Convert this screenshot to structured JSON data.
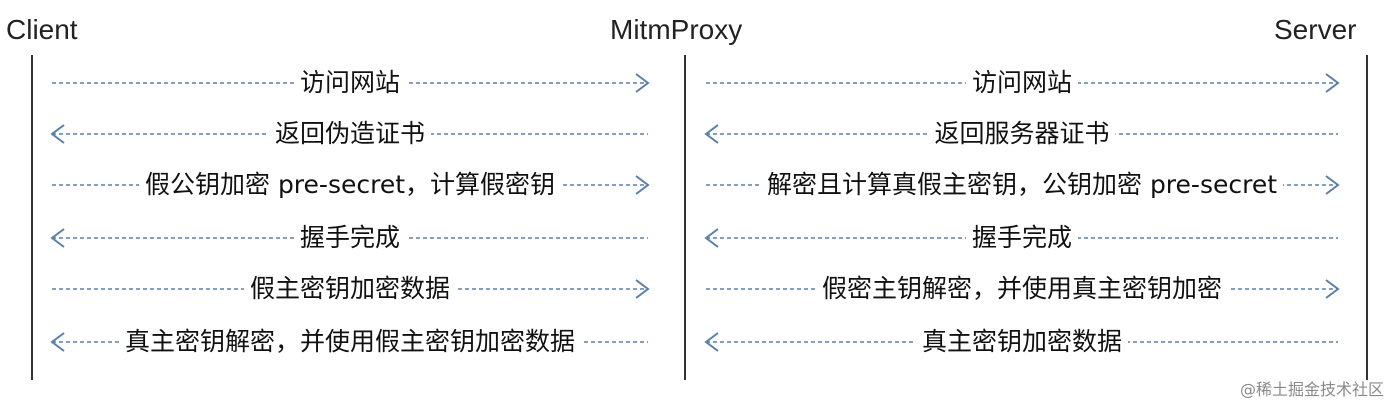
{
  "actors": {
    "client": "Client",
    "proxy": "MitmProxy",
    "server": "Server"
  },
  "messages_left": [
    {
      "label": "访问网站",
      "direction": "right"
    },
    {
      "label": "返回伪造证书",
      "direction": "left"
    },
    {
      "label": "假公钥加密 pre-secret，计算假密钥",
      "direction": "right"
    },
    {
      "label": "握手完成",
      "direction": "left"
    },
    {
      "label": "假主密钥加密数据",
      "direction": "right"
    },
    {
      "label": "真主密钥解密，并使用假主密钥加密数据",
      "direction": "left"
    }
  ],
  "messages_right": [
    {
      "label": "访问网站",
      "direction": "right"
    },
    {
      "label": "返回服务器证书",
      "direction": "left"
    },
    {
      "label": "解密且计算真假主密钥，公钥加密 pre-secret",
      "direction": "right"
    },
    {
      "label": "握手完成",
      "direction": "left"
    },
    {
      "label": "假密主钥解密，并使用真主密钥加密",
      "direction": "right"
    },
    {
      "label": "真主密钥加密数据",
      "direction": "left"
    }
  ],
  "watermark": "@稀土掘金技术社区",
  "colors": {
    "arrow": "#5b7fa8",
    "lifeline": "#333333"
  }
}
